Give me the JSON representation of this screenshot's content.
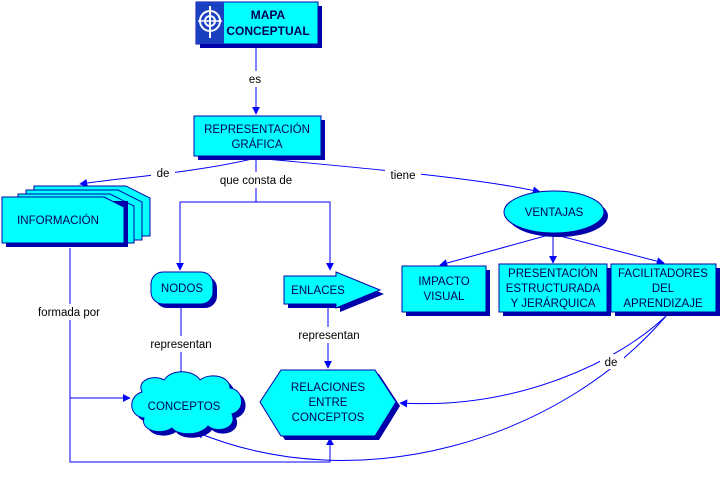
{
  "nodes": {
    "mapa": [
      "MAPA",
      "CONCEPTUAL"
    ],
    "representacion": [
      "REPRESENTACIÓN",
      "GRÁFICA"
    ],
    "informacion": "INFORMACIÓN",
    "ventajas": "VENTAJAS",
    "nodos": "NODOS",
    "enlaces": "ENLACES",
    "impacto": [
      "IMPACTO",
      "VISUAL"
    ],
    "presentacion": [
      "PRESENTACIÓN",
      "ESTRUCTURADA",
      "Y JERÁRQUICA"
    ],
    "facilitadores": [
      "FACILITADORES",
      "DEL",
      "APRENDIZAJE"
    ],
    "conceptos": "CONCEPTOS",
    "relaciones": [
      "RELACIONES",
      "ENTRE",
      "CONCEPTOS"
    ]
  },
  "links": {
    "es": "es",
    "de_info": "de",
    "que_consta_de": "que consta de",
    "tiene": "tiene",
    "formada_por": "formada por",
    "representan_nodos": "representan",
    "representan_enlaces": "representan",
    "de_facilitadores": "de"
  },
  "colors": {
    "node_fill": "#00ffff",
    "shadow": "#0000aa",
    "line": "#0000ff",
    "logo_bg": "#1a3fc0"
  },
  "icons": [
    "target-logo-icon"
  ]
}
